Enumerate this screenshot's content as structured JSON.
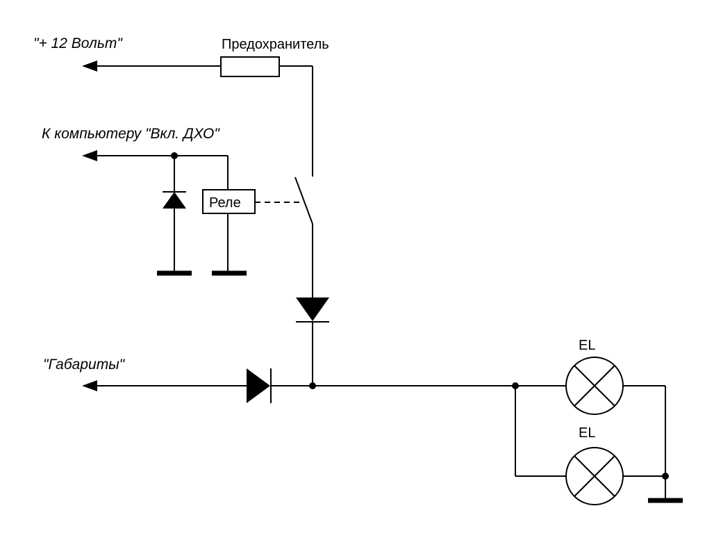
{
  "labels": {
    "plus12": "\"+ 12 Вольт\"",
    "fuse": "Предохранитель",
    "computer": "К компьютеру \"Вкл. ДХО\"",
    "relay": "Реле",
    "gabarity": "\"Габариты\"",
    "lamp1": "EL",
    "lamp2": "EL"
  }
}
